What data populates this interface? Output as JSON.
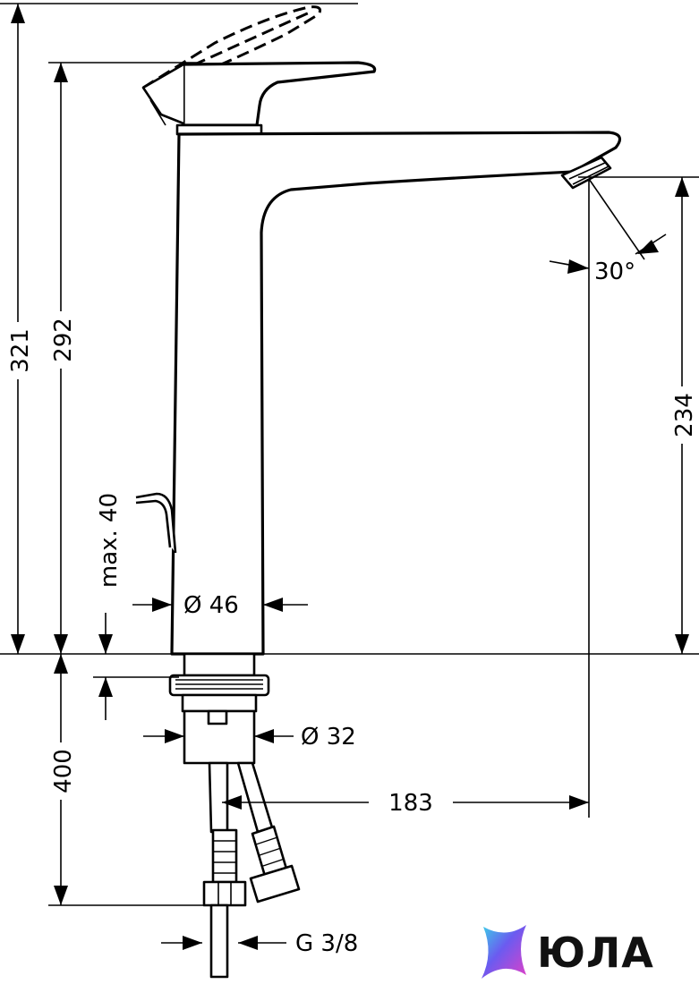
{
  "dimensions": {
    "total_height": "321",
    "body_height": "292",
    "spout_height": "234",
    "max_deck_thickness": "max. 40",
    "body_diameter": "Ø 46",
    "shank_diameter": "Ø 32",
    "projection": "183",
    "hose_length": "400",
    "connection_thread": "G 3/8",
    "spout_angle": "30°"
  },
  "brand": {
    "logo_text": "ЮЛА"
  }
}
